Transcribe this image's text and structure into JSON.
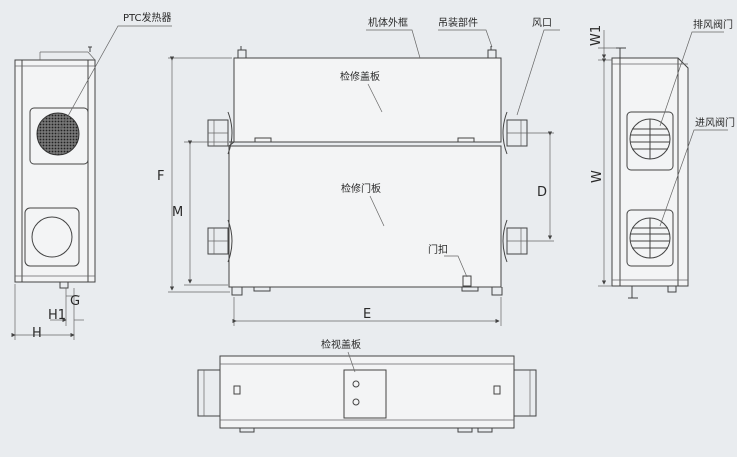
{
  "labels": {
    "ptc_heater": "PTC发热器",
    "casing": "机体外框",
    "hanging_parts": "吊装部件",
    "air_outlet": "风口",
    "service_cover": "检修盖板",
    "service_door": "检修门板",
    "door_latch": "门扣",
    "inspection_cover": "检视盖板",
    "exhaust_damper": "排风阀门",
    "intake_damper": "进风阀门"
  },
  "dims": {
    "F": "F",
    "M": "M",
    "D": "D",
    "E": "E",
    "W": "W",
    "W1": "W1",
    "H": "H",
    "H1": "H1",
    "G": "G"
  }
}
